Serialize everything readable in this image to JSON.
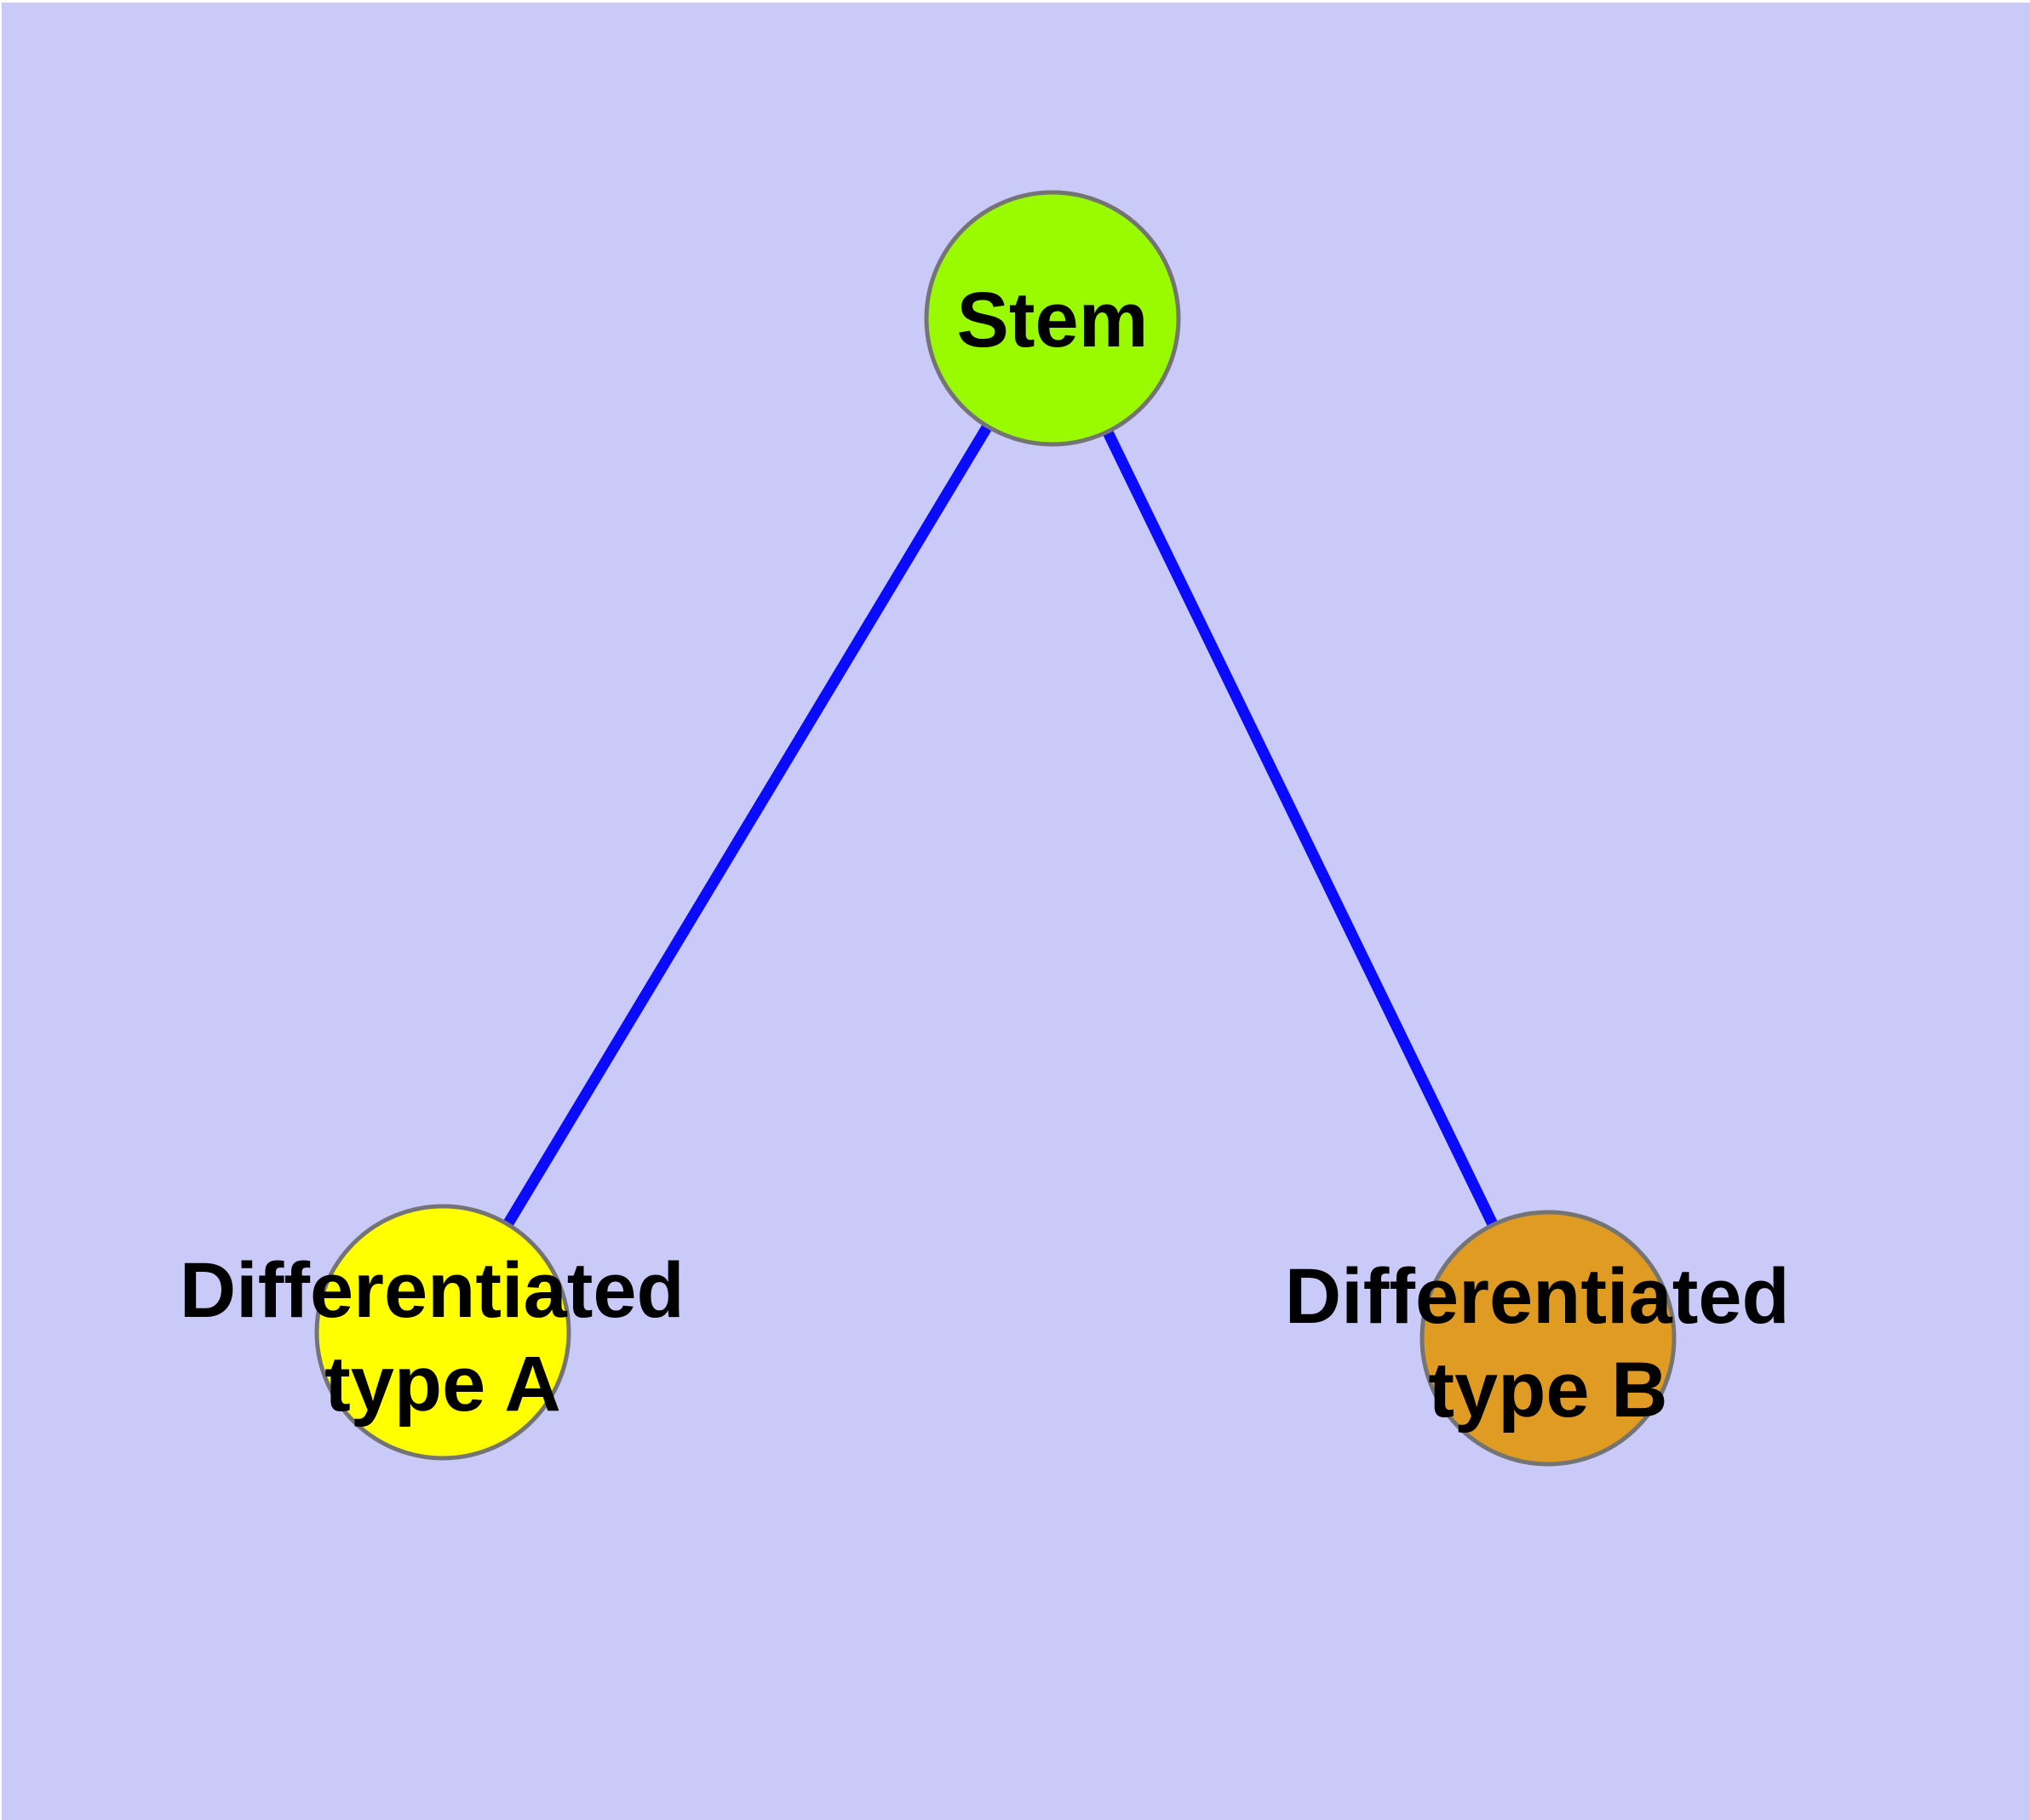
{
  "diagram": {
    "background_color": "#cacaf8",
    "frame_color": "#ffffff",
    "edge_color": "#0a0aff",
    "node_border_color": "#747474",
    "nodes": {
      "stem": {
        "label": "Stem",
        "fill": "#9afa00"
      },
      "type_a": {
        "label_line1": "Differentiated",
        "label_line2": "type A",
        "fill": "#ffff00"
      },
      "type_b": {
        "label_line1": "Differentiated",
        "label_line2": "type B",
        "fill": "#e09c22"
      }
    },
    "edges": [
      {
        "from": "stem",
        "to": "type_a"
      },
      {
        "from": "stem",
        "to": "type_b"
      }
    ]
  }
}
